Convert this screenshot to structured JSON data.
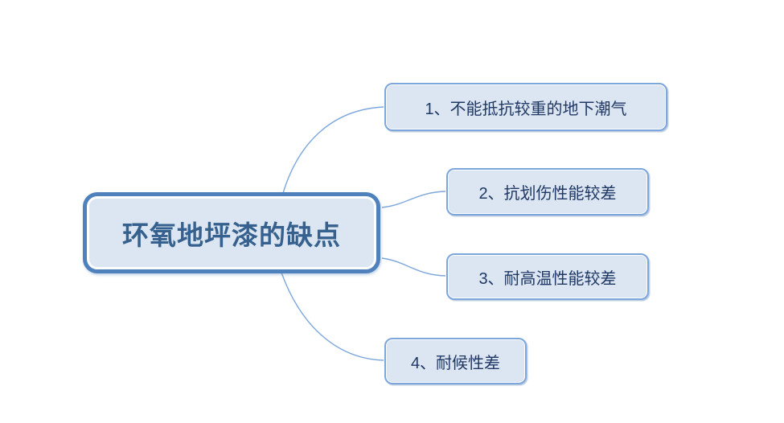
{
  "diagram": {
    "type": "mindmap",
    "background_color": "#ffffff",
    "root": {
      "label": "环氧地坪漆的缺点",
      "fill_color": "#dce6f2",
      "border_color": "#4f81bd",
      "text_color": "#36618e"
    },
    "branches": [
      {
        "label": "1、不能抵抗较重的地下潮气"
      },
      {
        "label": "2、抗划伤性能较差"
      },
      {
        "label": "3、耐高温性能较差"
      },
      {
        "label": "4、耐候性差"
      }
    ],
    "branch_style": {
      "fill_color": "#dce6f2",
      "border_color": "#7da7dc",
      "text_color": "#1f3864"
    },
    "connector_color": "#7da7dc"
  }
}
